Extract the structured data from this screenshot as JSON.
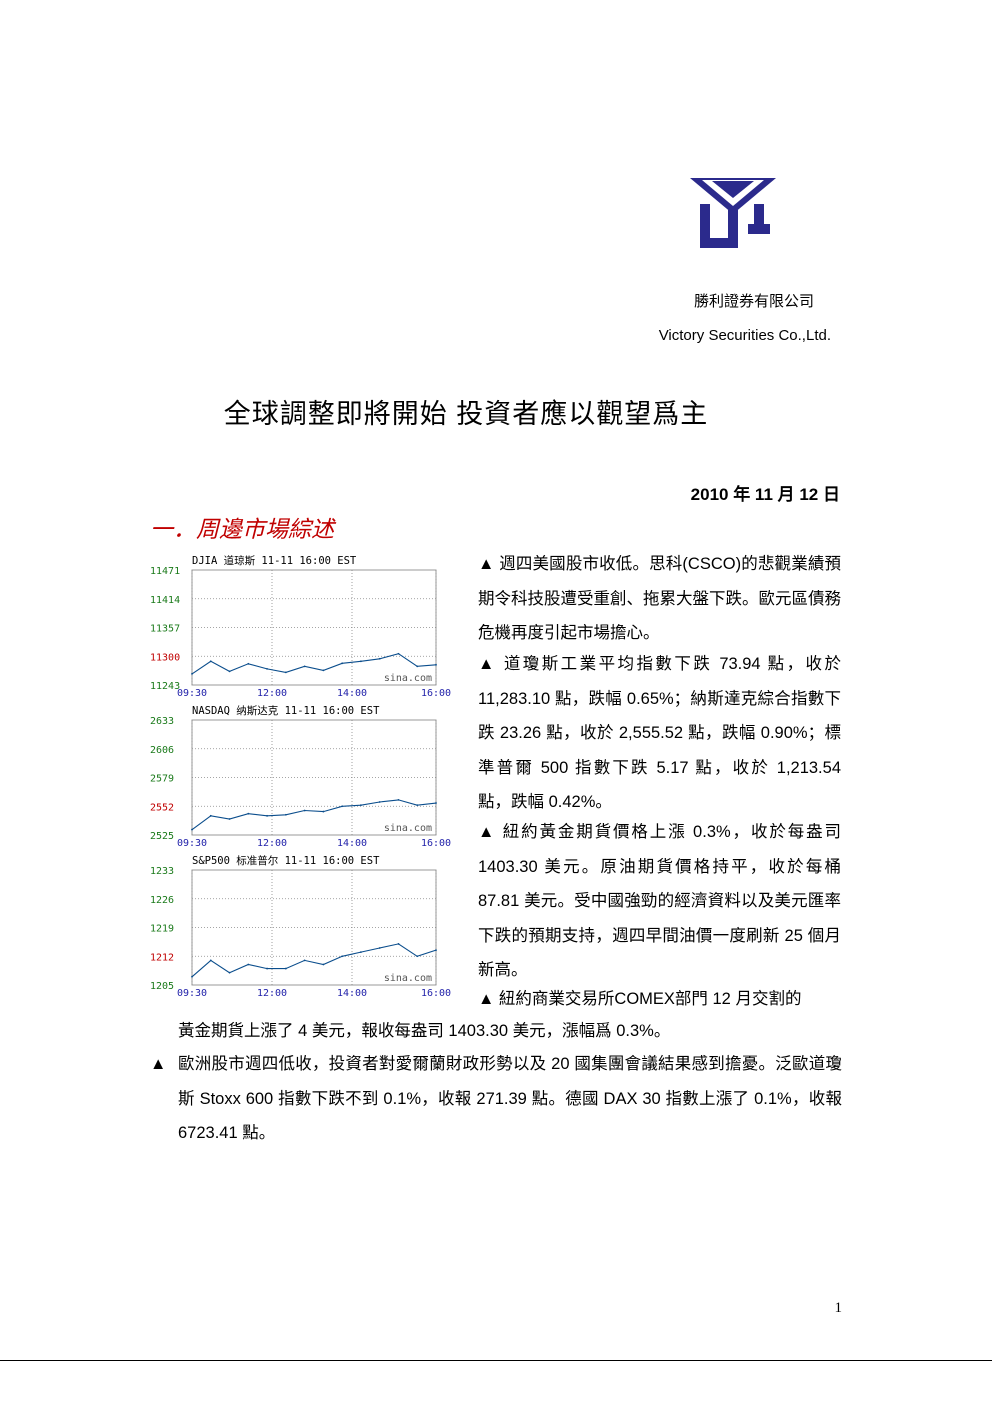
{
  "header": {
    "company_cn": "勝利證券有限公司",
    "company_en": "Victory Securities Co.,Ltd.",
    "logo_color": "#2b2a8c"
  },
  "title": "全球調整即將開始 投資者應以觀望爲主",
  "date": "2010 年 11 月 12 日",
  "section_heading": "一．周邊市場綜述",
  "bullet": "▲",
  "paragraphs": [
    "▲ 週四美國股市收低。思科(CSCO)的悲觀業績預期令科技股遭受重創、拖累大盤下跌。歐元區債務危機再度引起市場擔心。",
    "▲ 道瓊斯工業平均指數下跌 73.94 點，收於 11,283.10 點，跌幅 0.65%；納斯達克綜合指數下跌 23.26 點，收於 2,555.52 點，跌幅 0.90%；標準普爾 500 指數下跌 5.17 點，收於 1,213.54 點，跌幅 0.42%。",
    "▲ 紐約黃金期貨價格上漲 0.3%，收於每盎司 1403.30 美元。原油期貨價格持平，收於每桶 87.81 美元。受中國強勁的經濟資料以及美元匯率下跌的預期支持，週四早間油價一度刷新 25 個月新高。",
    "▲ 紐約商業交易所COMEX部門 12 月交割的",
    "黃金期貨上漲了 4 美元，報收每盎司 1403.30 美元，漲幅爲 0.3%。",
    "歐洲股市週四低收，投資者對愛爾蘭財政形勢以及 20 國集團會議結果感到擔憂。泛歐道瓊斯 Stoxx 600 指數下跌不到 0.1%，收報 271.39 點。德國 DAX 30 指數上漲了 0.1%，收報 6723.41 點。"
  ],
  "page_number": "1",
  "chart_data": [
    {
      "type": "line",
      "header": "DJIA    道琼斯   11-11 16:00 EST",
      "watermark": "sina.com",
      "y_ticks": [
        "11471",
        "11414",
        "11357",
        "11300",
        "11243"
      ],
      "ylim": [
        11243,
        11471
      ],
      "x_ticks": [
        "09:30",
        "12:00",
        "14:00",
        "16:00"
      ],
      "x": [
        "09:30",
        "10:00",
        "10:30",
        "11:00",
        "11:30",
        "12:00",
        "12:30",
        "13:00",
        "13:30",
        "14:00",
        "14:30",
        "15:00",
        "15:30",
        "16:00"
      ],
      "values": [
        11265,
        11290,
        11270,
        11285,
        11275,
        11268,
        11280,
        11272,
        11286,
        11290,
        11295,
        11305,
        11280,
        11283
      ],
      "color": "#0a4d8c"
    },
    {
      "type": "line",
      "header": "NASDAQ  纳斯达克 11-11 16:00 EST",
      "watermark": "sina.com",
      "y_ticks": [
        "2633",
        "2606",
        "2579",
        "2552",
        "2525"
      ],
      "ylim": [
        2525,
        2633
      ],
      "x_ticks": [
        "09:30",
        "12:00",
        "14:00",
        "16:00"
      ],
      "x": [
        "09:30",
        "10:00",
        "10:30",
        "11:00",
        "11:30",
        "12:00",
        "12:30",
        "13:00",
        "13:30",
        "14:00",
        "14:30",
        "15:00",
        "15:30",
        "16:00"
      ],
      "values": [
        2530,
        2543,
        2540,
        2545,
        2543,
        2544,
        2548,
        2547,
        2552,
        2553,
        2556,
        2558,
        2553,
        2555
      ],
      "color": "#0a4d8c"
    },
    {
      "type": "line",
      "header": "S&P500  标准普尔 11-11 16:00 EST",
      "watermark": "sina.com",
      "y_ticks": [
        "1233",
        "1226",
        "1219",
        "1212",
        "1205"
      ],
      "ylim": [
        1205,
        1233
      ],
      "x_ticks": [
        "09:30",
        "12:00",
        "14:00",
        "16:00"
      ],
      "x": [
        "09:30",
        "10:00",
        "10:30",
        "11:00",
        "11:30",
        "12:00",
        "12:30",
        "13:00",
        "13:30",
        "14:00",
        "14:30",
        "15:00",
        "15:30",
        "16:00"
      ],
      "values": [
        1207,
        1211,
        1208,
        1210,
        1209,
        1209,
        1211,
        1210,
        1212,
        1213,
        1214,
        1215,
        1212,
        1213.5
      ],
      "color": "#0a4d8c"
    }
  ]
}
